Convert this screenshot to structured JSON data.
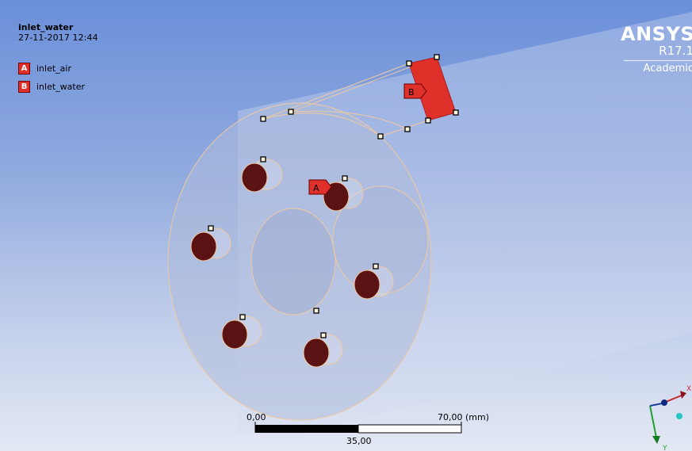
{
  "view": {
    "title": "inlet_water",
    "date": "27-11-2017 12:44"
  },
  "legend": {
    "items": [
      {
        "letter": "A",
        "label": "inlet_air"
      },
      {
        "letter": "B",
        "label": "inlet_water"
      }
    ]
  },
  "brand": {
    "name": "ANSYS",
    "version": "R17.1",
    "edition": "Academic"
  },
  "scale_bar": {
    "start_label": "0,00",
    "end_label": "70,00 (mm)",
    "mid_label": "35,00"
  },
  "markers": {
    "a": "A",
    "b": "B"
  },
  "triad": {
    "x_label": "X",
    "y_label": "Y"
  },
  "colors": {
    "background_top": "#6a8fd9",
    "background_bottom": "#e3e8f4",
    "selection_face": "#e0302a",
    "hole_fill": "#5a1212",
    "edge": "#f0c9a0"
  }
}
